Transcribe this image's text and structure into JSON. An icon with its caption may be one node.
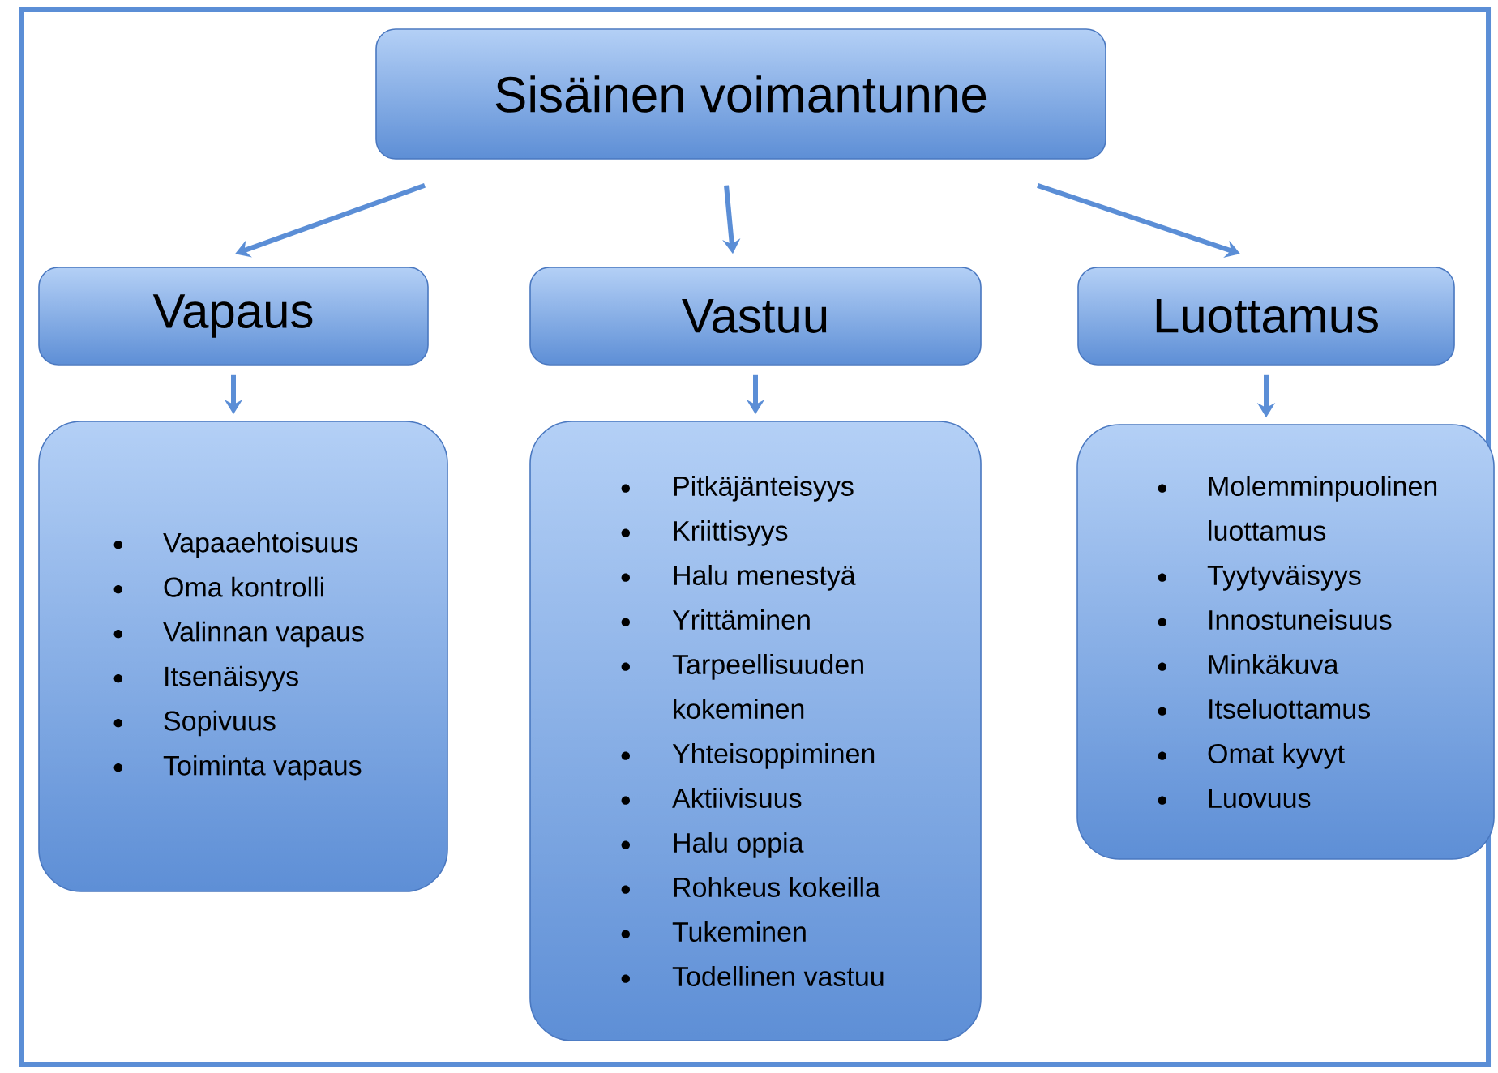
{
  "diagram": {
    "nodes": [
      {
        "text": [
          "Sisäinen voimantunne"
        ]
      },
      {
        "text": [
          "Vapaus"
        ]
      },
      {
        "text": [
          "Vastuu"
        ]
      },
      {
        "text": [
          "Luottamus"
        ]
      },
      {
        "text": [
          "Vapaaehtoisuus",
          "Oma kontrolli",
          "Valinnan vapaus",
          "Itsenäisyys",
          "Sopivuus",
          "Toiminta vapaus"
        ]
      },
      {
        "text": [
          "Pitkäjänteisyys",
          "Kriittisyys",
          "Halu menestyä",
          "Yrittäminen",
          "Tarpeellisuuden kokeminen",
          "Yhteisoppiminen",
          "Aktiivisuus",
          "Halu oppia",
          "Rohkeus kokeilla",
          "Tukeminen",
          "Todellinen vastuu"
        ]
      },
      {
        "text": [
          "Molemminpuolinen luottamus",
          "Tyytyväisyys",
          "Innostuneisuus",
          "Minkäkuva",
          "Itseluottamus",
          "Omat kyvyt",
          "Luovuus"
        ]
      }
    ],
    "edges": [
      {
        "from": 0,
        "to": 1,
        "arrow": "to"
      },
      {
        "from": 0,
        "to": 2,
        "arrow": "to"
      },
      {
        "from": 0,
        "to": 3,
        "arrow": "to"
      },
      {
        "from": 1,
        "to": 4,
        "arrow": "to"
      },
      {
        "from": 2,
        "to": 5,
        "arrow": "to"
      },
      {
        "from": 3,
        "to": 6,
        "arrow": "to"
      }
    ]
  }
}
